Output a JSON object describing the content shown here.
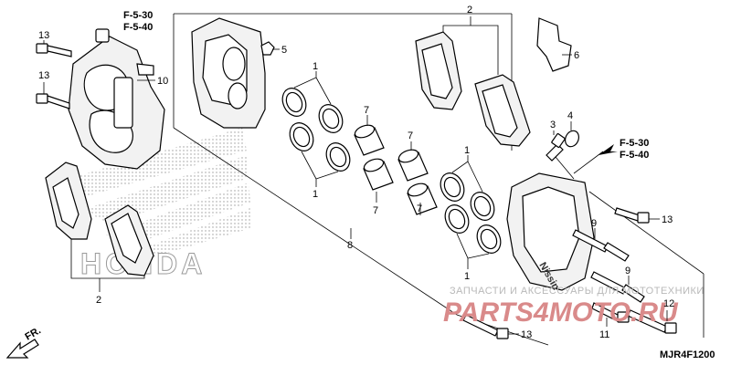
{
  "diagram": {
    "refs": {
      "top_left": [
        "F-5-30",
        "F-5-40"
      ],
      "right": [
        "F-5-30",
        "F-5-40"
      ]
    },
    "callouts": {
      "c13a": "13",
      "c13b": "13",
      "c10": "10",
      "c2top": "2",
      "c5": "5",
      "c6": "6",
      "c1a": "1",
      "c1b": "1",
      "c1c": "1",
      "c1d": "1",
      "c7a": "7",
      "c7b": "7",
      "c7c": "7",
      "c7d": "7",
      "c3": "3",
      "c4": "4",
      "c8": "8",
      "c2bot": "2",
      "c9a": "9",
      "c9b": "9",
      "c13c": "13",
      "c13d": "13",
      "c12": "12",
      "c11": "11"
    },
    "direction_label": "FR.",
    "brand_outline": "HONDA",
    "diagram_code": "MJR4F1200",
    "watermark": {
      "line1": "ЗАПЧАСТИ И АКСЕССУАРЫ ДЛЯ МОТОТЕХНИКИ",
      "line2": "PARTS4MOTO.RU"
    }
  }
}
